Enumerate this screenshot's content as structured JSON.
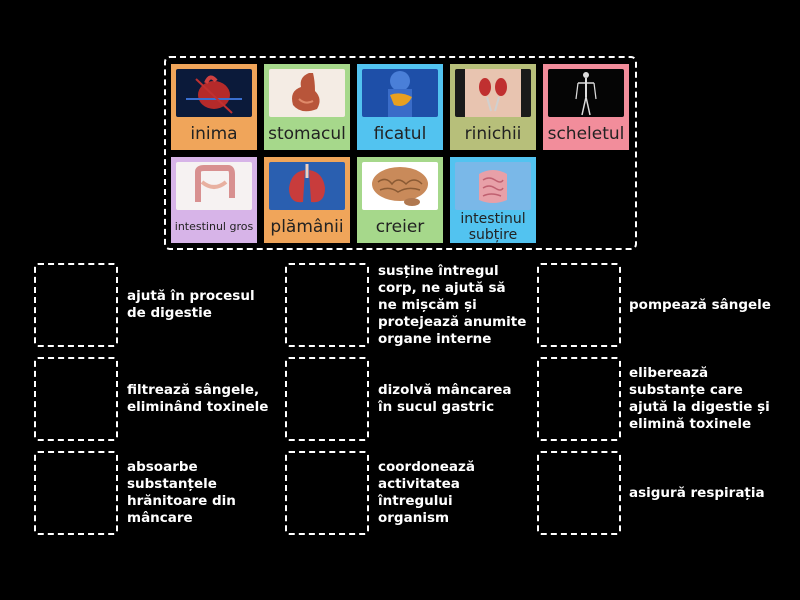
{
  "cards": [
    {
      "label": "inima",
      "bg": "#f0a55a",
      "icon": "heart-image-icon"
    },
    {
      "label": "stomacul",
      "bg": "#a6d88b",
      "icon": "stomach-image-icon"
    },
    {
      "label": "ficatul",
      "bg": "#52c3f0",
      "icon": "liver-image-icon"
    },
    {
      "label": "rinichii",
      "bg": "#b7bf7a",
      "icon": "kidneys-image-icon"
    },
    {
      "label": "scheletul",
      "bg": "#f28d9b",
      "icon": "skeleton-image-icon"
    },
    {
      "label": "intestinul gros",
      "bg": "#d7b4e8",
      "icon": "large-intestine-image-icon"
    },
    {
      "label": "plămânii",
      "bg": "#f0a55a",
      "icon": "lungs-image-icon"
    },
    {
      "label": "creier",
      "bg": "#a6d88b",
      "icon": "brain-image-icon"
    },
    {
      "label": "intestinul subțire",
      "bg": "#52c3f0",
      "icon": "small-intestine-image-icon"
    }
  ],
  "clues": [
    "ajută în procesul de digestie",
    "susține întregul corp, ne ajută să ne mișcăm și protejează anumite organe interne",
    "pompează sângele",
    "filtrează sângele, eliminând toxinele",
    "dizolvă mâncarea în sucul gastric",
    "eliberează substanțe care ajută la digestie și elimină toxinele",
    "absoarbe substanțele hrănitoare din mâncare",
    "coordonează activitatea întregului organism",
    "asigură respirația"
  ]
}
